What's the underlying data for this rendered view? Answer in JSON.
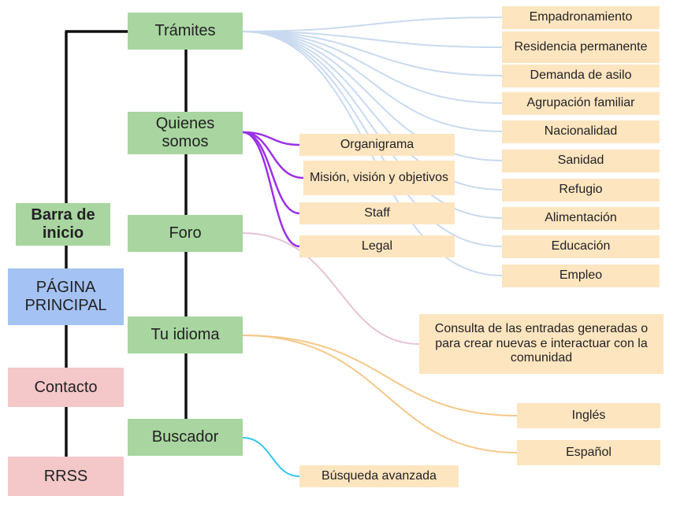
{
  "main_nav": {
    "tramites": "Trámites",
    "quienes": "Quienes somos",
    "foro": "Foro",
    "idioma": "Tu idioma",
    "buscador": "Buscador"
  },
  "left_nav": {
    "barra": "Barra de inicio",
    "principal": "PÁGINA PRINCIPAL",
    "contacto": "Contacto",
    "rrss": "RRSS"
  },
  "tramites_items": [
    "Empadronamiento",
    "Residencia permanente",
    "Demanda de asilo",
    "Agrupación familiar",
    "Nacionalidad",
    "Sanidad",
    "Refugio",
    "Alimentación",
    "Educación",
    "Empleo"
  ],
  "quienes_items": [
    "Organigrama",
    "Misión, visión y objetivos",
    "Staff",
    "Legal"
  ],
  "foro_note": "Consulta de las entradas generadas o para crear nuevas e interactuar con la comunidad",
  "idiomas": [
    "Inglés",
    "Español"
  ],
  "buscador_items": [
    "Búsqueda avanzada"
  ],
  "colors": {
    "green": "#a8d5a0",
    "blue": "#a4c2f4",
    "pink": "#f4c7c9",
    "peach": "#fde5c0",
    "tramites_links": "#c9daf0",
    "quienes_links": "#9b30e8",
    "foro_link": "#e7c3d6",
    "idioma_links": "#f6c889",
    "buscador_link": "#33c6f0"
  }
}
